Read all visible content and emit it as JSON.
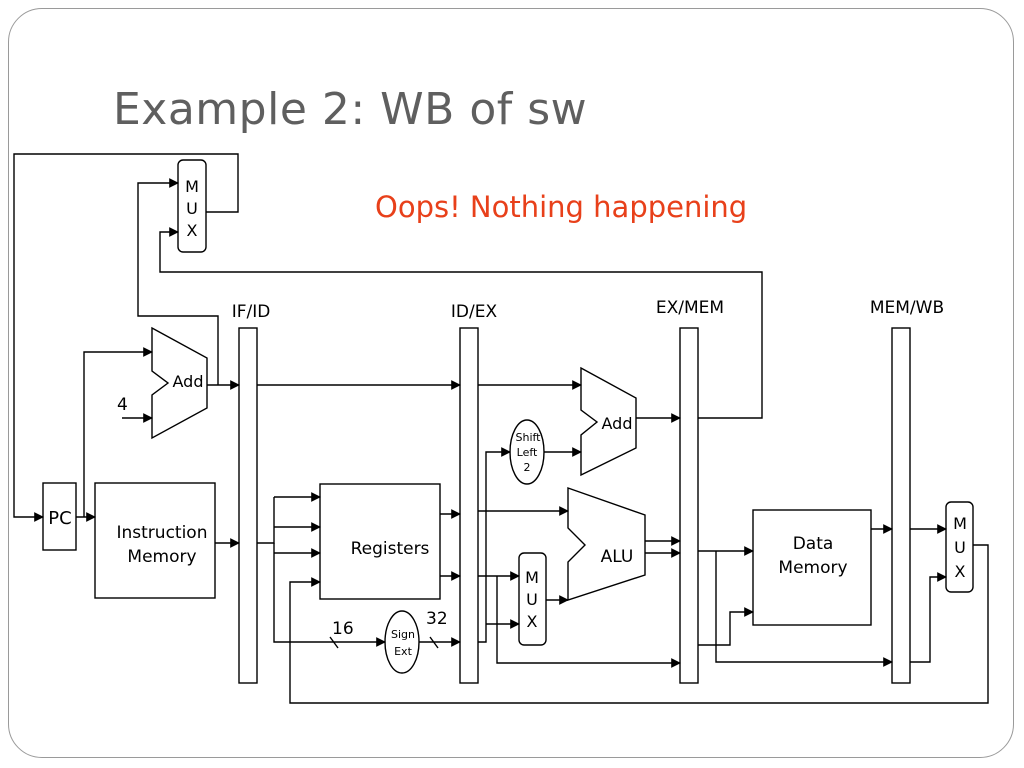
{
  "slide": {
    "title": "Example 2: WB of sw",
    "annotation": "Oops! Nothing happening",
    "annotation_color": "#e8401a"
  },
  "diagram": {
    "pipeline_registers": [
      "IF/ID",
      "ID/EX",
      "EX/MEM",
      "MEM/WB"
    ],
    "mux_letters": [
      "M",
      "U",
      "X"
    ],
    "pc": "PC",
    "instruction_memory": [
      "Instruction",
      "Memory"
    ],
    "registers": "Registers",
    "add_label": "Add",
    "constant_four": "4",
    "shift_left": [
      "Shift",
      "Left",
      "2"
    ],
    "sign_ext": [
      "Sign",
      "Ext"
    ],
    "bits_in": "16",
    "bits_out": "32",
    "alu": "ALU",
    "data_memory": [
      "Data",
      "Memory"
    ]
  }
}
